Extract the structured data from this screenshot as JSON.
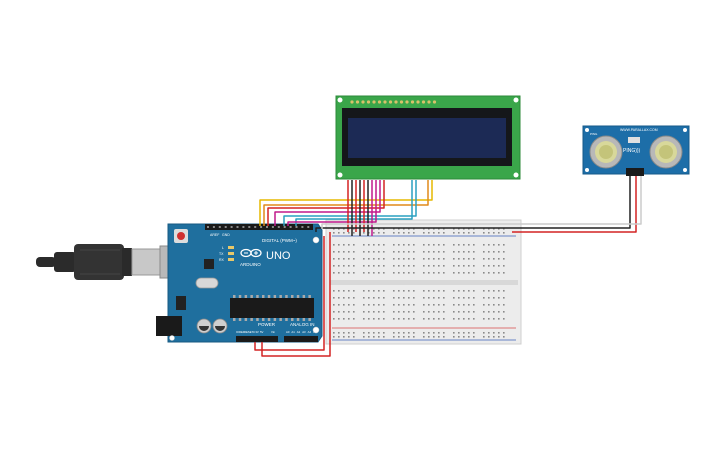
{
  "arduino": {
    "brand": "ARDUINO",
    "model": "UNO",
    "digital_label": "DIGITAL (PWM~)",
    "power_label": "POWER",
    "analog_label": "ANALOG IN",
    "board_color": "#1f6f9e",
    "aref_label": "AREF",
    "gnd_label": "GND",
    "tx_label": "TX",
    "rx_label": "RX",
    "l_label": "L",
    "ioref_label": "IOREF",
    "reset_label": "RESET",
    "v33_label": "3.3V",
    "v5_label": "5V",
    "vin_label": "Vin",
    "a_labels": [
      "A0",
      "A1",
      "A2",
      "A3",
      "A4",
      "A5"
    ]
  },
  "lcd": {
    "pcb_color": "#3aa64a",
    "screen_color": "#1c2a55"
  },
  "sensor": {
    "brand": "WWW.PARALLAX.COM",
    "name": "PING)))",
    "pcb_color": "#1d6ea8",
    "corner_label": "PING"
  },
  "breadboard": {
    "color": "#ececec",
    "rail_red": "#d94a4a",
    "rail_blue": "#3a5fb8"
  },
  "wires": {
    "yellow": "#e6b800",
    "orange": "#e08a1a",
    "red": "#d42323",
    "magenta": "#c01a8c",
    "cyan": "#2aa0c0",
    "black": "#222222",
    "green": "#2a8a3a"
  },
  "usb": {
    "cable_color": "#2b2b2b",
    "plug_color": "#bfbfbf"
  }
}
